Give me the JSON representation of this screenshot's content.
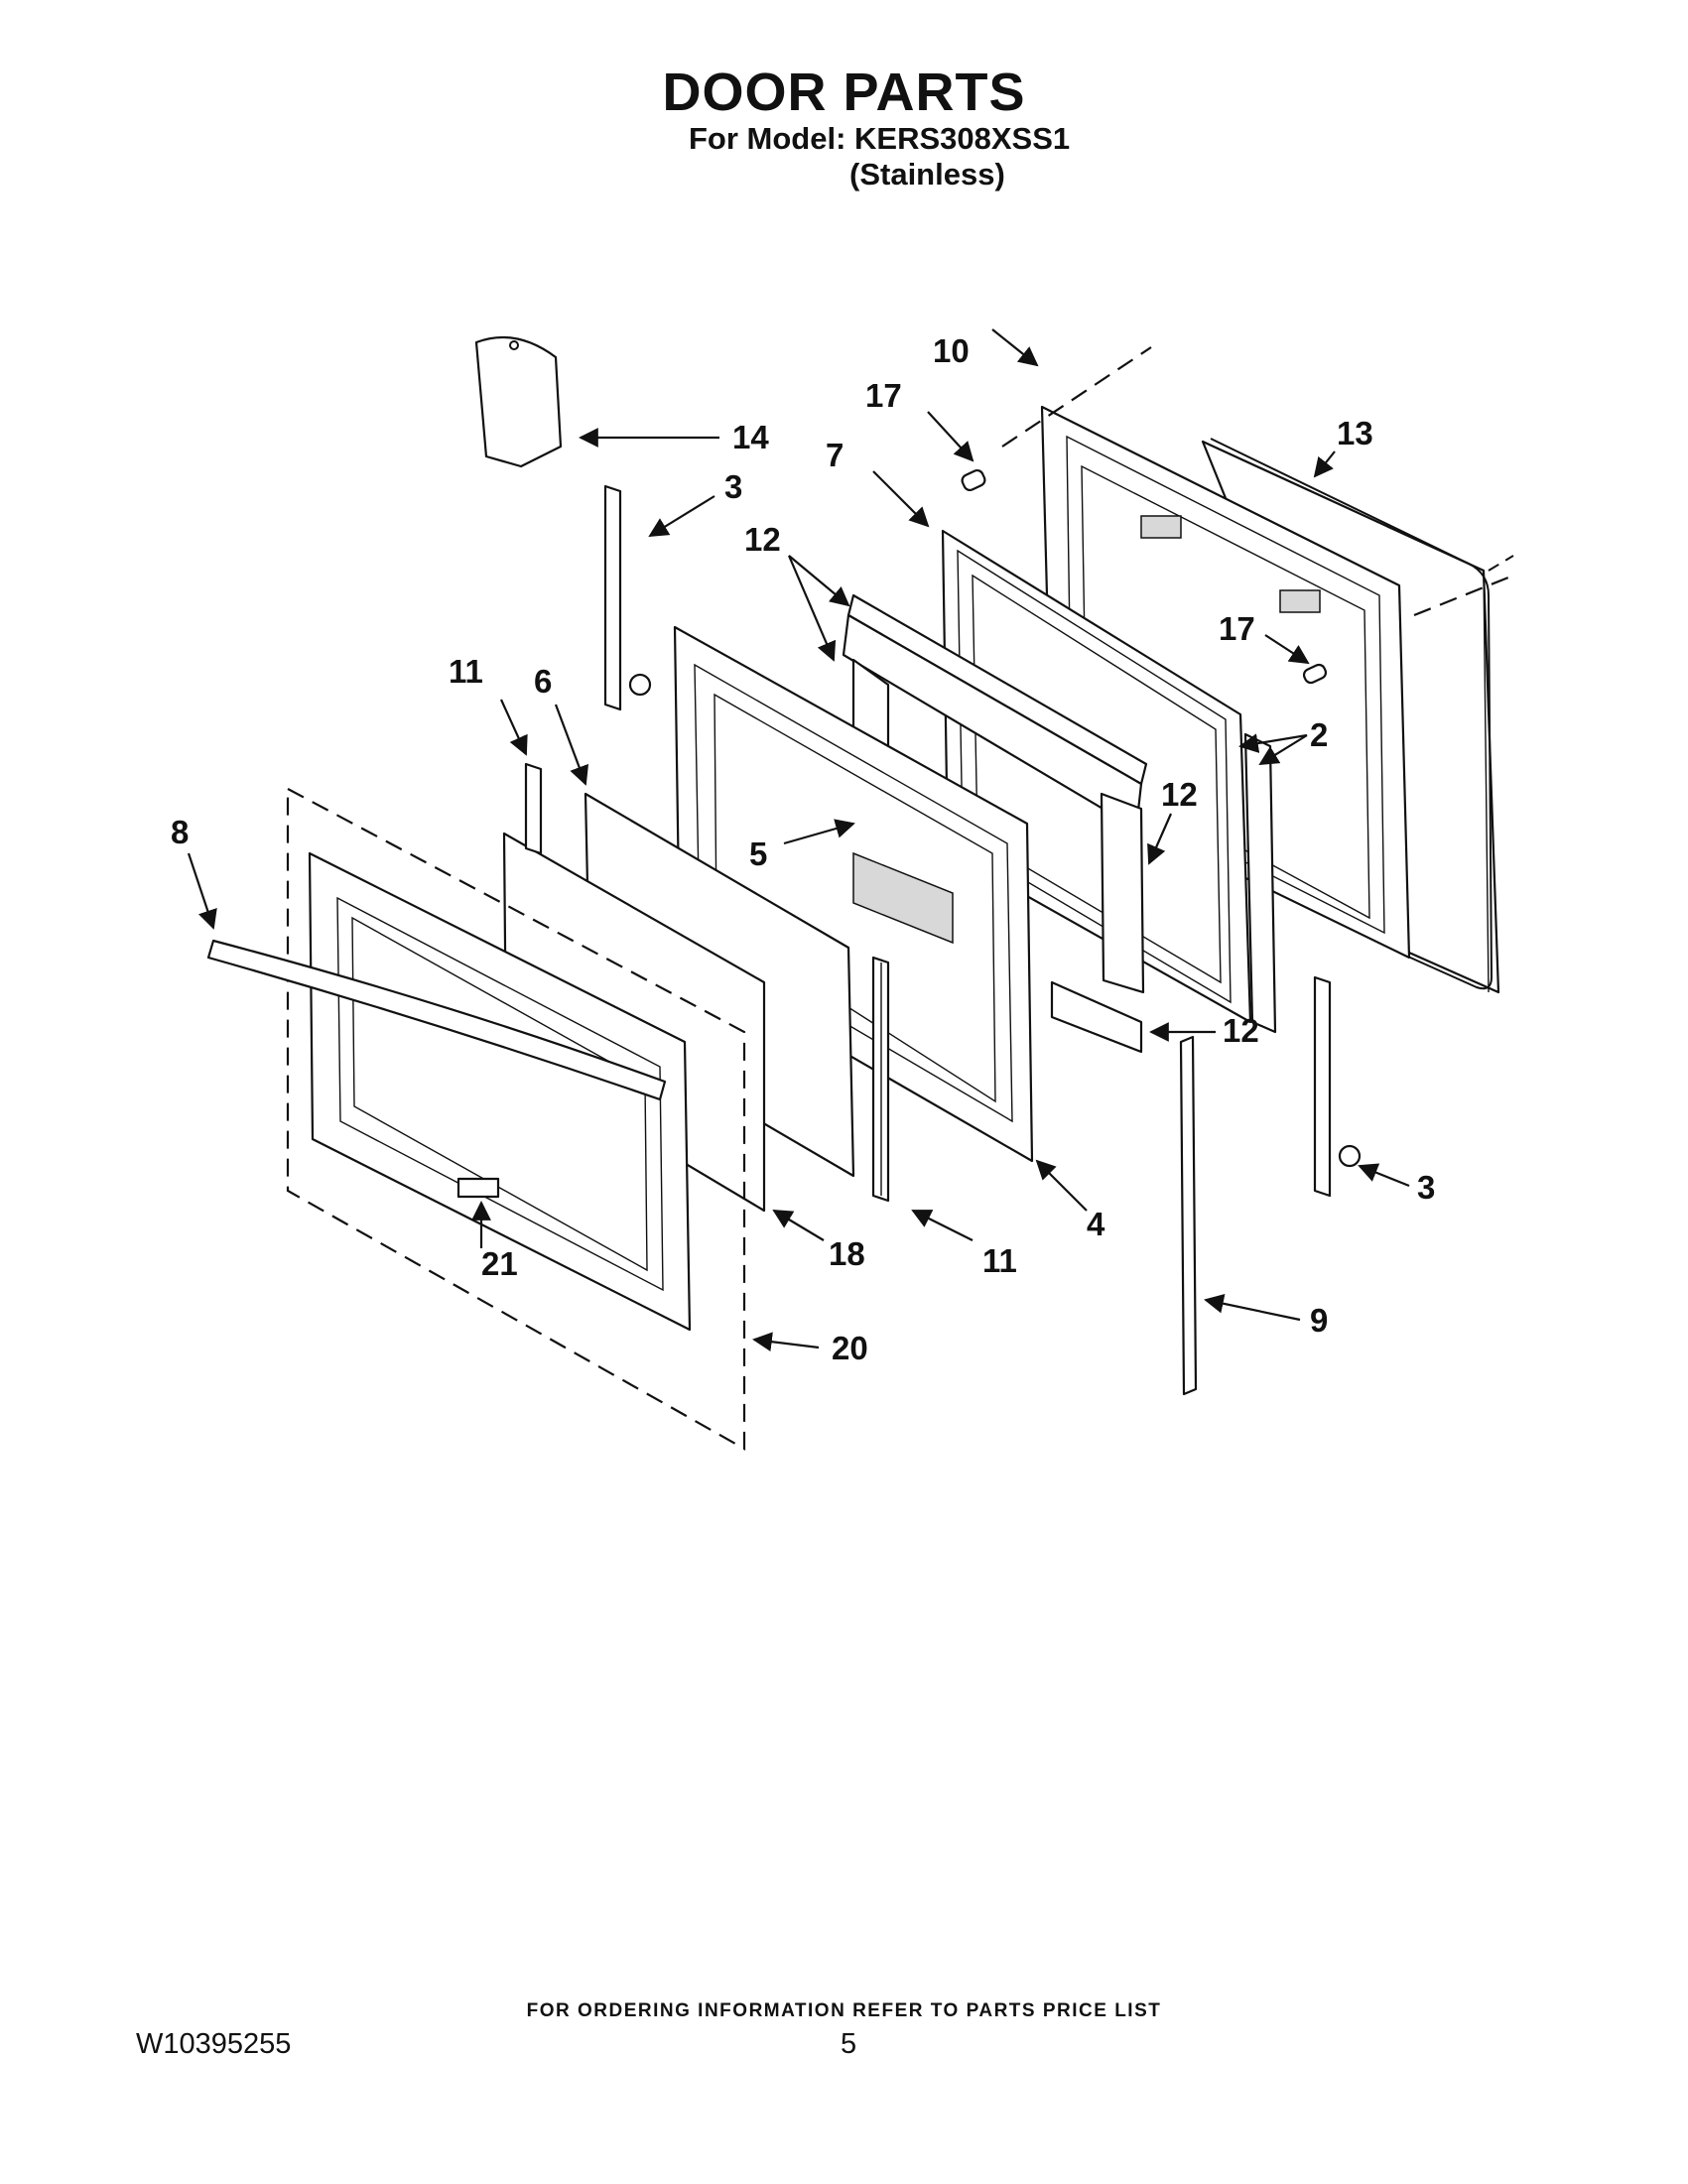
{
  "header": {
    "title": "DOOR PARTS",
    "model_line": "For Model: KERS308XSS1",
    "finish_line": "(Stainless)"
  },
  "callouts": {
    "c1": "10",
    "c2": "17",
    "c3": "13",
    "c4": "14",
    "c5": "7",
    "c6": "3",
    "c7": "12",
    "c8": "17",
    "c9": "11",
    "c10": "6",
    "c11": "2",
    "c12": "12",
    "c13": "8",
    "c14": "5",
    "c15": "12",
    "c16": "3",
    "c17": "4",
    "c18": "18",
    "c19": "11",
    "c20": "21",
    "c21": "9",
    "c22": "20"
  },
  "footer": {
    "note": "FOR ORDERING INFORMATION REFER TO PARTS PRICE LIST",
    "document_number": "W10395255",
    "page_number": "5"
  }
}
